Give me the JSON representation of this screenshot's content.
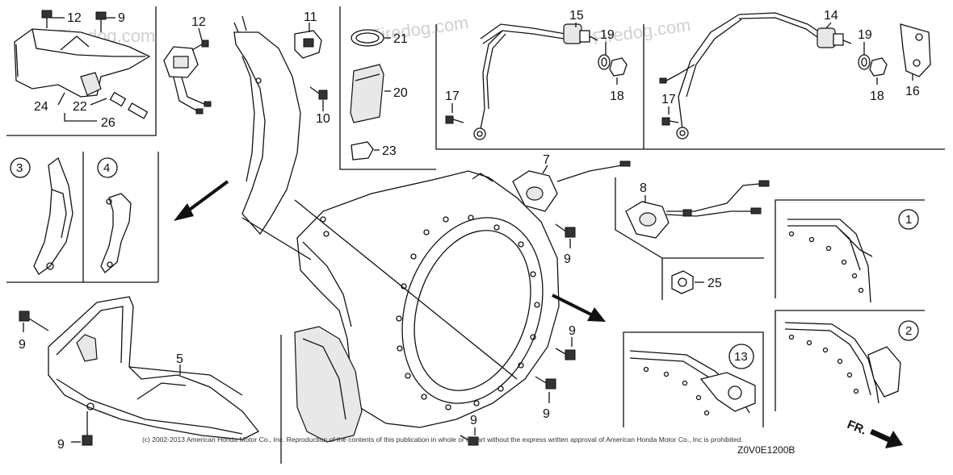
{
  "watermark": "Firedog.com",
  "watermarks": [
    "Firedog.com",
    "Firedog.com",
    "Firedog.com"
  ],
  "copyright": "(c) 2002-2013 American Honda Motor Co., Inc. Reproduction of the contents of this publication in whole or in part without the express written approval of American Honda Motor Co., Inc is prohibited.",
  "diagram_code": "Z0V0E1200B",
  "front_marker": "FR.",
  "part_labels": {
    "p12a": "12",
    "p9a": "9",
    "p12b": "12",
    "p24": "24",
    "p22": "22",
    "p26": "26",
    "p11": "11",
    "p10": "10",
    "p21": "21",
    "p20": "20",
    "p23": "23",
    "p15": "15",
    "p19a": "19",
    "p17a": "17",
    "p18a": "18",
    "p14": "14",
    "p19b": "19",
    "p17b": "17",
    "p18b": "18",
    "p16": "16",
    "p7": "7",
    "p9b": "9",
    "p8": "8",
    "p25": "25",
    "p9c": "9",
    "p5": "5",
    "p9d": "9",
    "p9e": "9",
    "p9f": "9",
    "p9g": "9"
  },
  "circled_labels": {
    "c3": "3",
    "c4": "4",
    "c1": "1",
    "c2": "2",
    "c13": "13"
  }
}
